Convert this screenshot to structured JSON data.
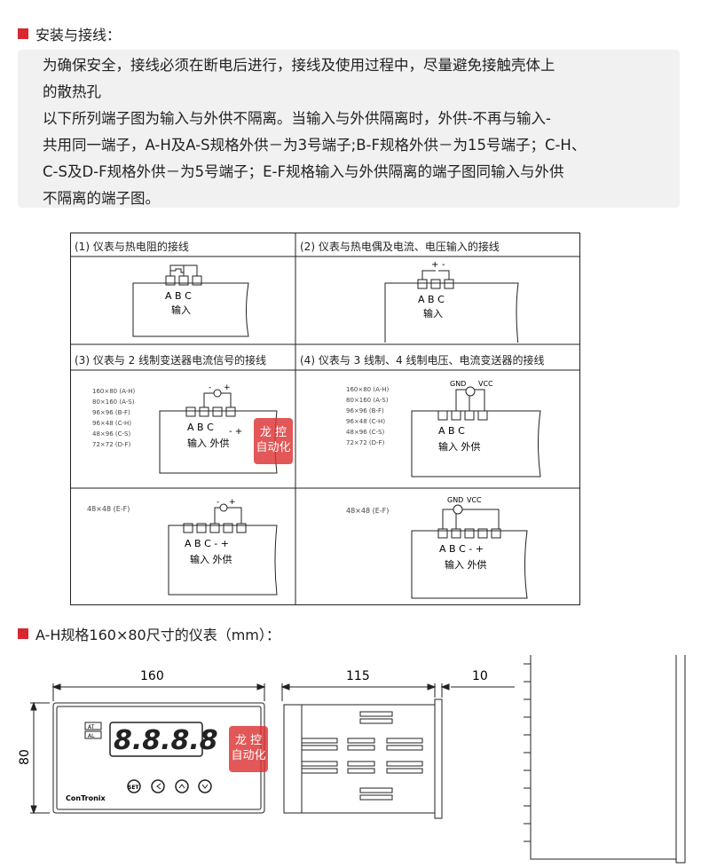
{
  "install": {
    "title": "安装与接线：",
    "para1_line1": "为确保安全，接线必须在断电后进行，接线及使用过程中，尽量避免接触壳体上",
    "para1_line2": "的散热孔",
    "para2_line1": "以下所列端子图为输入与外供不隔离。当输入与外供隔离时，外供-不再与输入-",
    "para2_line2": "共用同一端子，A-H及A-S规格外供－为3号端子;B-F规格外供－为15号端子；C-H、",
    "para2_line3": "C-S及D-F规格外供－为5号端子；E-F规格输入与外供隔离的端子图同输入与外供",
    "para2_line4": "不隔离的端子图。"
  },
  "wiring": {
    "h1": "(1) 仪表与热电阻的接线",
    "h2": "(2) 仪表与热电偶及电流、电压输入的接线",
    "h3": "(3) 仪表与 2 线制变送器电流信号的接线",
    "h4": "(4) 仪表与 3 线制、4 线制电压、电流变送器的接线",
    "abc": "A B C",
    "abc_dash": "A B C - +",
    "input": "输入",
    "input_supply": "输入 外供",
    "gnd": "GND",
    "vcc": "VCC",
    "plus": "+",
    "minus": "-",
    "plus_minus": "-○+",
    "sizes": [
      "160×80 (A-H)",
      "80×160 (A-S)",
      "96×96 (B-F)",
      "96×48 (C-H)",
      "48×96 (C-S)",
      "72×72 (D-F)"
    ],
    "size_ef": "48×48 (E-F)"
  },
  "watermark": {
    "line1": "龙 控",
    "line2": "自动化"
  },
  "dims": {
    "title": "A-H规格160×80尺寸的仪表（mm）：",
    "w160": "160",
    "w115": "115",
    "w10": "10",
    "h80": "80",
    "display": "8.8.8.8",
    "led_at": "AT",
    "led_al": "AL",
    "brand": "ConTronix",
    "btn_set": "SET"
  }
}
